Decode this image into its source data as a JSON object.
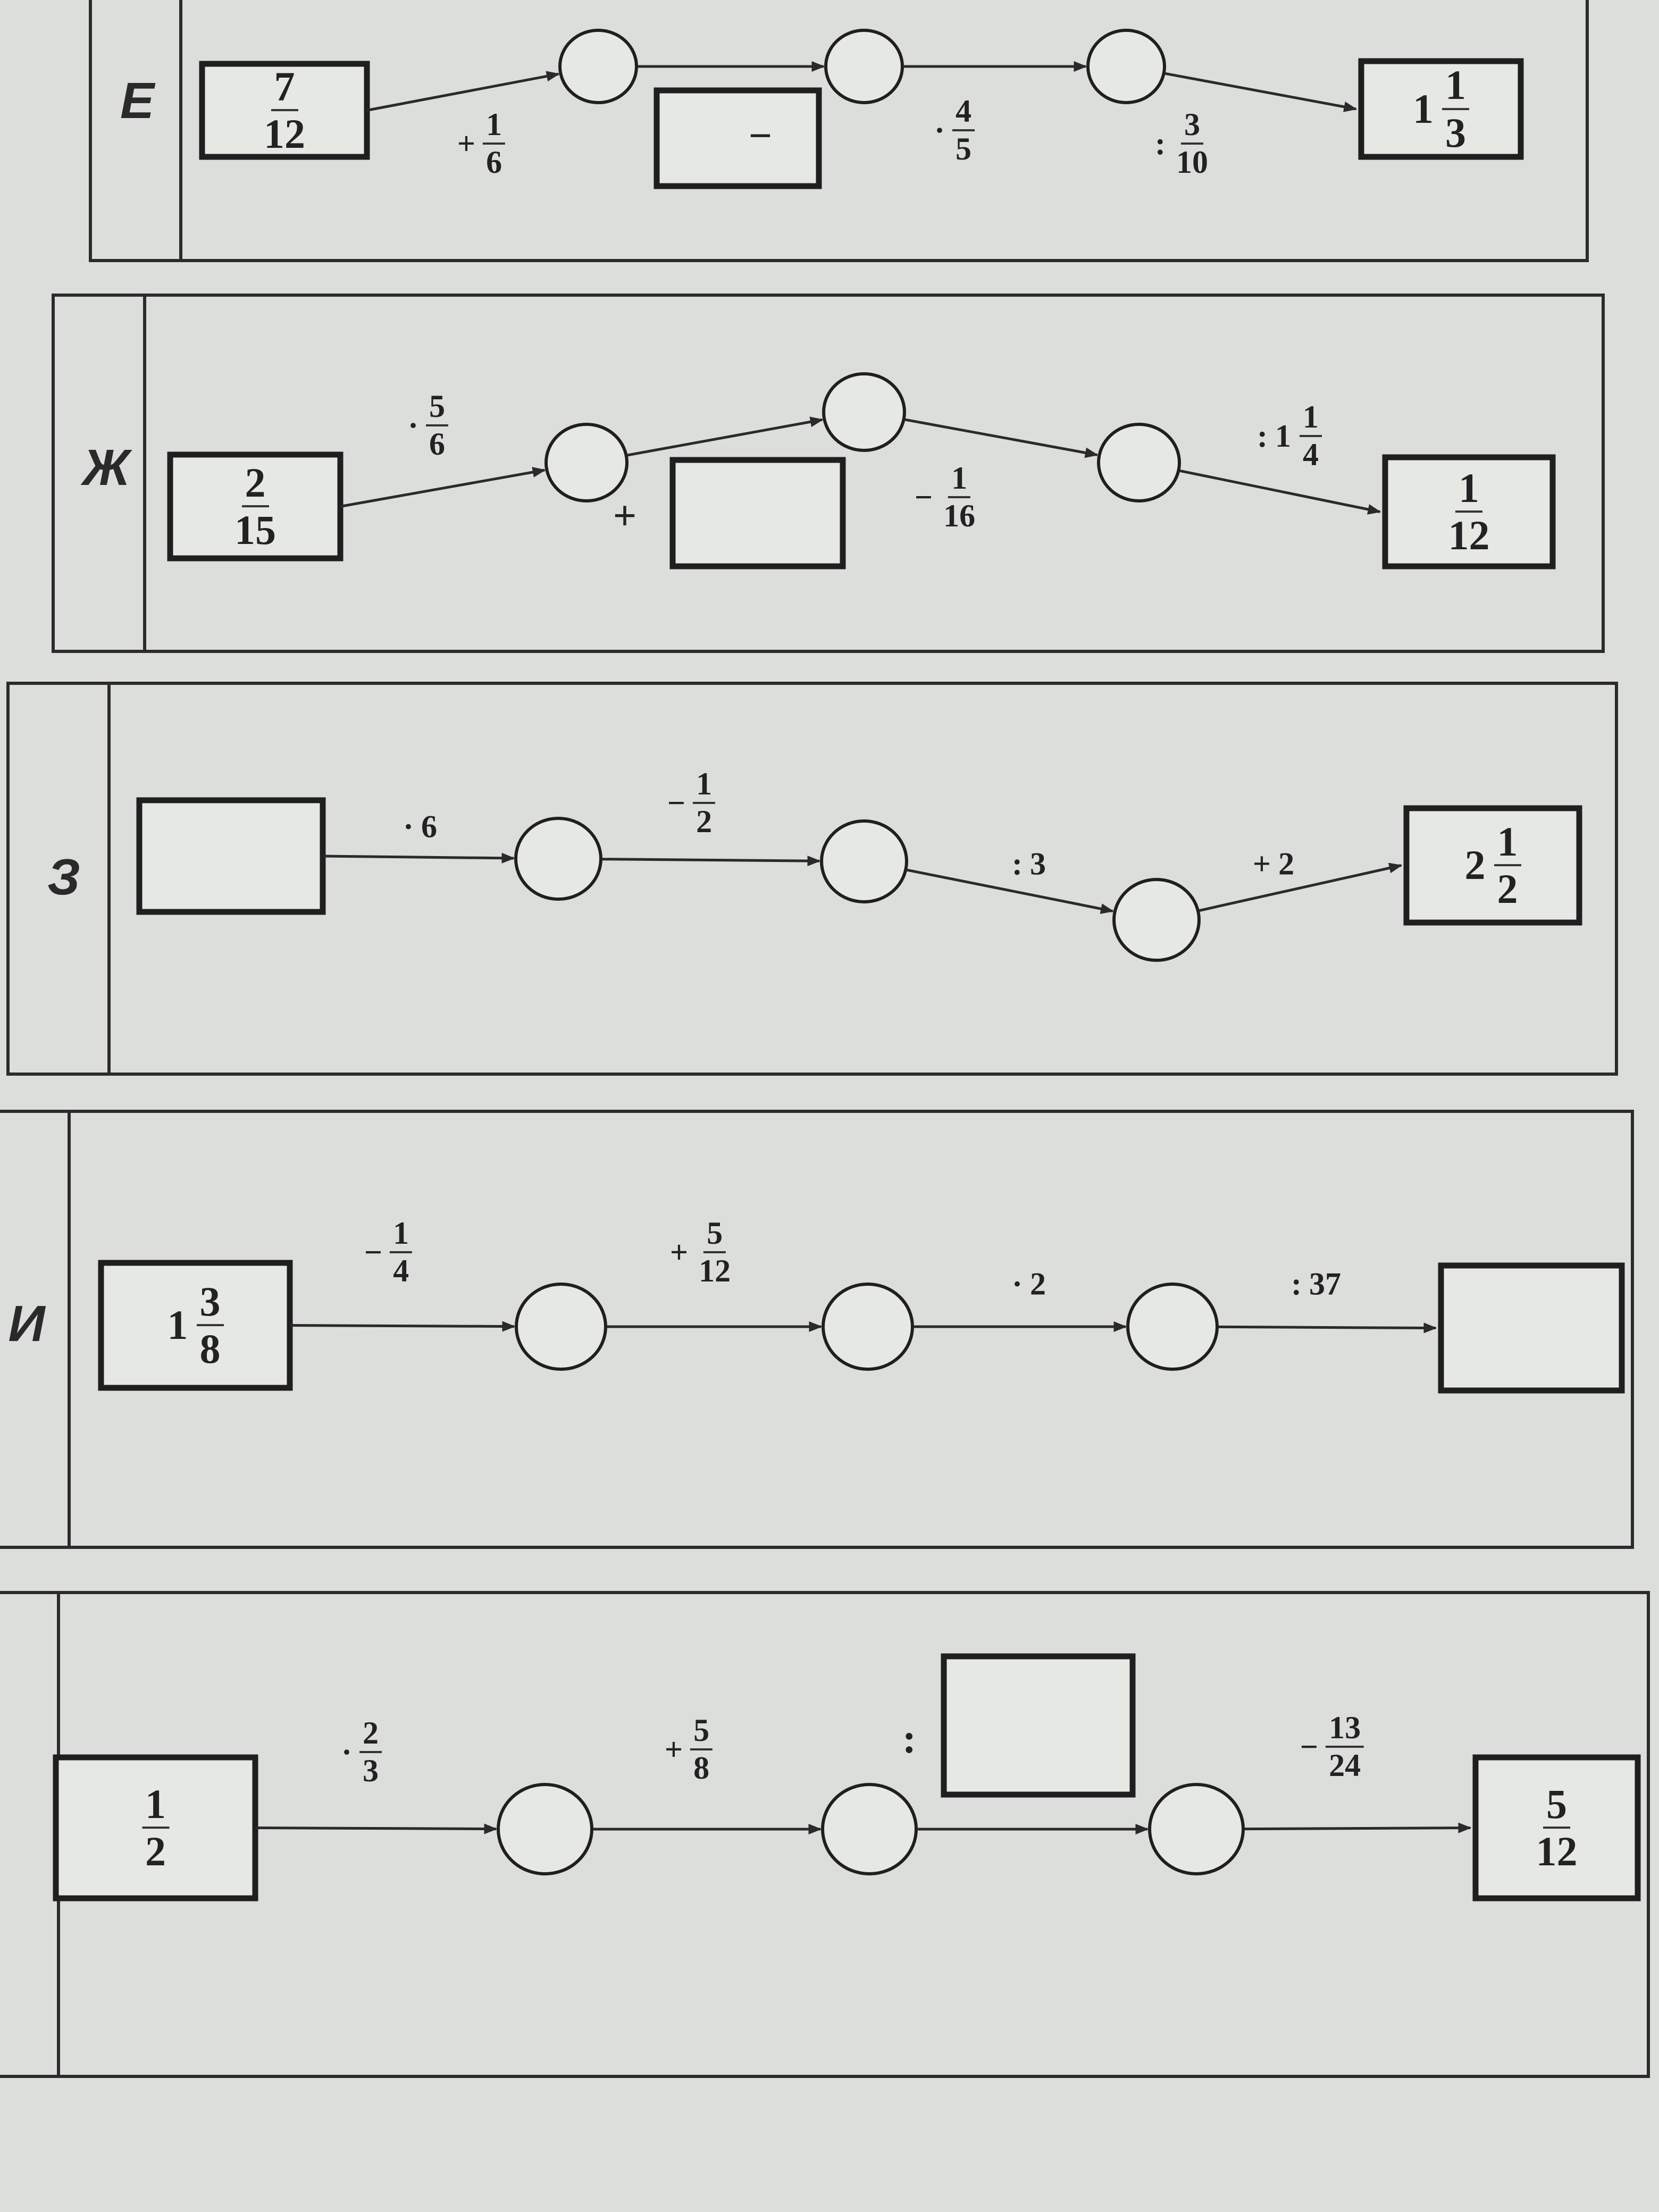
{
  "rows": [
    {
      "letter": "Е",
      "start": {
        "whole": "",
        "num": "7",
        "den": "12",
        "text": ""
      },
      "ops": [
        {
          "sign": "+",
          "whole": "",
          "num": "1",
          "den": "6",
          "text": ""
        },
        {
          "sign": "−",
          "whole": "",
          "num": "",
          "den": "",
          "text": "",
          "box": true
        },
        {
          "sign": "·",
          "whole": "",
          "num": "4",
          "den": "5",
          "text": ""
        },
        {
          "sign": ":",
          "whole": "",
          "num": "3",
          "den": "10",
          "text": ""
        }
      ],
      "end": {
        "whole": "1",
        "num": "1",
        "den": "3",
        "text": ""
      }
    },
    {
      "letter": "Ж",
      "start": {
        "whole": "",
        "num": "2",
        "den": "15",
        "text": ""
      },
      "ops": [
        {
          "sign": "·",
          "whole": "",
          "num": "5",
          "den": "6",
          "text": ""
        },
        {
          "sign": "+",
          "whole": "",
          "num": "",
          "den": "",
          "text": "",
          "box": true
        },
        {
          "sign": "−",
          "whole": "",
          "num": "1",
          "den": "16",
          "text": ""
        },
        {
          "sign": ":",
          "whole": "1",
          "num": "1",
          "den": "4",
          "text": ""
        }
      ],
      "end": {
        "whole": "",
        "num": "1",
        "den": "12",
        "text": ""
      }
    },
    {
      "letter": "З",
      "start": {
        "empty": true
      },
      "ops": [
        {
          "sign": "·",
          "whole": "",
          "num": "",
          "den": "",
          "text": "6"
        },
        {
          "sign": "−",
          "whole": "",
          "num": "1",
          "den": "2",
          "text": ""
        },
        {
          "sign": ":",
          "whole": "",
          "num": "",
          "den": "",
          "text": "3"
        },
        {
          "sign": "+",
          "whole": "",
          "num": "",
          "den": "",
          "text": "2"
        }
      ],
      "end": {
        "whole": "2",
        "num": "1",
        "den": "2",
        "text": ""
      }
    },
    {
      "letter": "И",
      "start": {
        "whole": "1",
        "num": "3",
        "den": "8",
        "text": ""
      },
      "ops": [
        {
          "sign": "−",
          "whole": "",
          "num": "1",
          "den": "4",
          "text": ""
        },
        {
          "sign": "+",
          "whole": "",
          "num": "5",
          "den": "12",
          "text": ""
        },
        {
          "sign": "·",
          "whole": "",
          "num": "",
          "den": "",
          "text": "2"
        },
        {
          "sign": ":",
          "whole": "",
          "num": "",
          "den": "",
          "text": "37"
        }
      ],
      "end": {
        "empty": true
      }
    },
    {
      "letter": "",
      "start": {
        "whole": "",
        "num": "1",
        "den": "2",
        "text": ""
      },
      "ops": [
        {
          "sign": "·",
          "whole": "",
          "num": "2",
          "den": "3",
          "text": ""
        },
        {
          "sign": "+",
          "whole": "",
          "num": "5",
          "den": "8",
          "text": ""
        },
        {
          "sign": ":",
          "whole": "",
          "num": "",
          "den": "",
          "text": "",
          "box": true
        },
        {
          "sign": "−",
          "whole": "",
          "num": "13",
          "den": "24",
          "text": ""
        }
      ],
      "end": {
        "whole": "",
        "num": "5",
        "den": "12",
        "text": ""
      }
    }
  ]
}
